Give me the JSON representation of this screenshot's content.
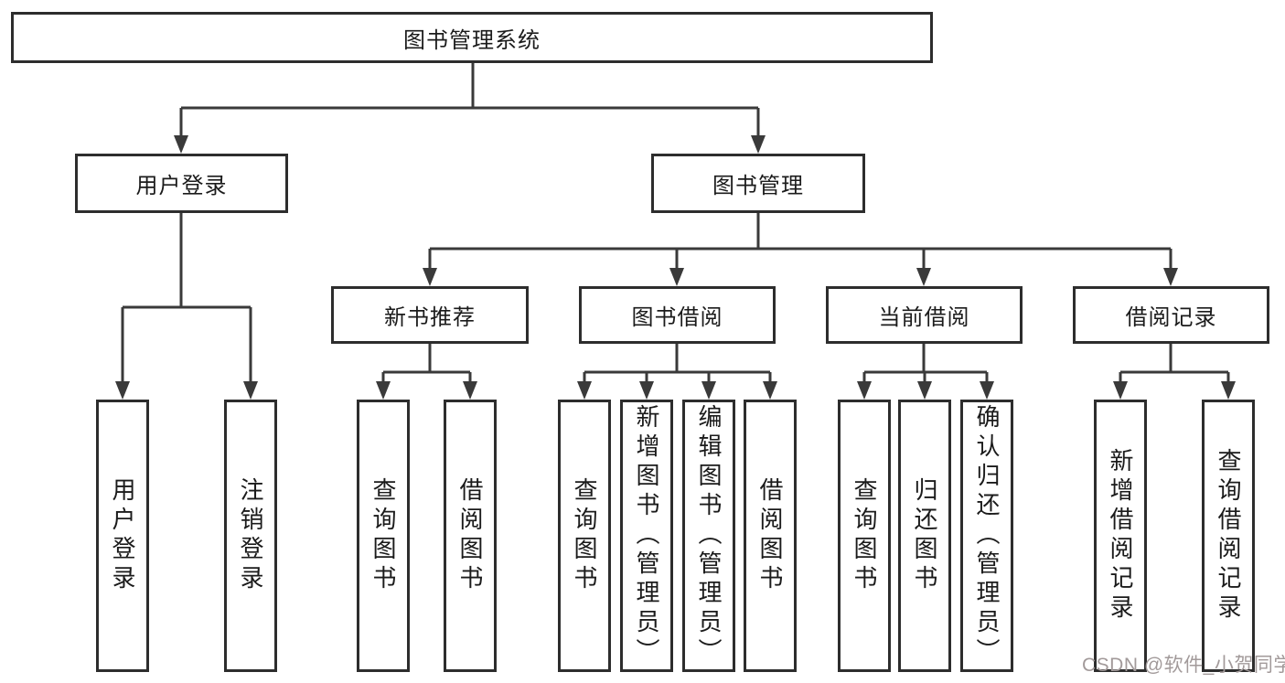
{
  "diagram": {
    "title_node": "图书管理系统",
    "level2": {
      "user_login": "用户登录",
      "book_management": "图书管理"
    },
    "level3": {
      "new_book_recommend": "新书推荐",
      "book_borrow": "图书借阅",
      "current_borrow": "当前借阅",
      "borrow_records": "借阅记录"
    },
    "leaves": {
      "user_login": [
        "用户登录",
        "注销登录"
      ],
      "new_book_recommend": [
        "查询图书",
        "借阅图书"
      ],
      "book_borrow": [
        "查询图书",
        "新增图书（管理员）",
        "编辑图书（管理员）",
        "借阅图书"
      ],
      "current_borrow": [
        "查询图书",
        "归还图书",
        "确认归还（管理员）"
      ],
      "borrow_records": [
        "新增借阅记录",
        "查询借阅记录"
      ]
    }
  },
  "watermark": {
    "text": "CSDN @软件_小贺同学",
    "color": "#a29a9a"
  },
  "colors": {
    "background": "#ffffff",
    "line": "#3a3a3a",
    "box_border": "#2d2d2d",
    "text": "#1b1b1b"
  }
}
